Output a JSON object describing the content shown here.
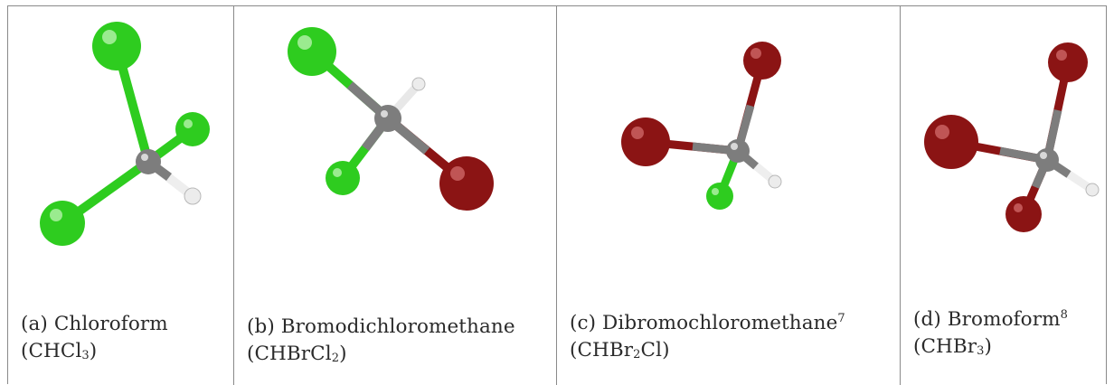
{
  "colors": {
    "chlorine": "#2ecc1f",
    "bromine": "#8b1414",
    "carbon": "#7d7d7d",
    "hydrogen": "#e6e6e6",
    "border": "#8a8a8a"
  },
  "panels": [
    {
      "label": "(a) Chloroform",
      "formula_prefix": "(CHCl",
      "formula_sub": "3",
      "formula_suffix": ")"
    },
    {
      "label": "(b) Bromodichloromethane",
      "formula_prefix": "(CHBrCl",
      "formula_sub": "2",
      "formula_suffix": ")"
    },
    {
      "label": "(c) Dibromochloromethane",
      "label_sup": "7",
      "formula_prefix": "(CHBr",
      "formula_sub": "2",
      "formula_suffix": "Cl)"
    },
    {
      "label": "(d) Bromoform",
      "label_sup": "8",
      "formula_prefix": "(CHBr",
      "formula_sub": "3",
      "formula_suffix": ")"
    }
  ]
}
